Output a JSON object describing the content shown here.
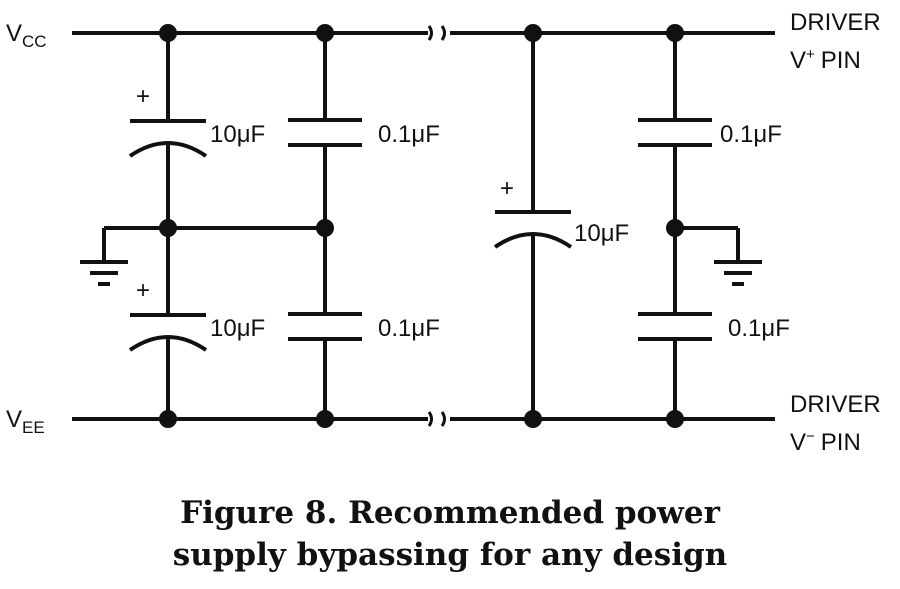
{
  "nets": {
    "vcc": {
      "main": "V",
      "sub": "CC"
    },
    "vee": {
      "main": "V",
      "sub": "EE"
    }
  },
  "driver_pins": {
    "top": {
      "line1": "DRIVER",
      "v": "V",
      "sup": "+",
      "pin": "PIN"
    },
    "bottom": {
      "line1": "DRIVER",
      "v": "V",
      "sup": "−",
      "pin": "PIN"
    }
  },
  "capacitors": {
    "c1": {
      "value": "10μF",
      "polarity": "+"
    },
    "c2": {
      "value": "0.1μF"
    },
    "c3": {
      "value": "10μF",
      "polarity": "+"
    },
    "c4": {
      "value": "0.1μF"
    },
    "c5": {
      "value": "10μF",
      "polarity": "+"
    },
    "c6": {
      "value": "0.1μF"
    },
    "c7": {
      "value": "0.1μF"
    }
  },
  "caption": {
    "line1": "Figure 8. Recommended power",
    "line2": "supply bypassing for any design"
  }
}
